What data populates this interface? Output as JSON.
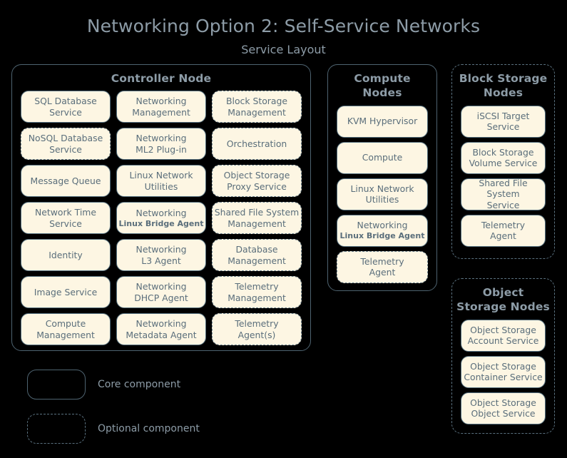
{
  "header": {
    "title": "Networking Option 2: Self-Service Networks",
    "subtitle": "Service Layout"
  },
  "colors": {
    "background": "#000000",
    "title_text": "#8d9ca7",
    "chip_fill": "#fdf6e3",
    "chip_border": "#55707f",
    "chip_text": "#5a6e7b",
    "container_border": "#4e6370",
    "dashed_border": "#5b7280"
  },
  "controller_node": {
    "title": "Controller Node",
    "optional": false,
    "services": [
      {
        "line1": "SQL Database",
        "line2": "Service",
        "optional": false
      },
      {
        "line1": "Networking",
        "line2": "Management",
        "optional": false
      },
      {
        "line1": "Block Storage",
        "line2": "Management",
        "optional": true
      },
      {
        "line1": "NoSQL Database",
        "line2": "Service",
        "optional": true
      },
      {
        "line1": "Networking",
        "line2": "ML2 Plug-in",
        "optional": false
      },
      {
        "line1": "Orchestration",
        "line2": "",
        "optional": true
      },
      {
        "line1": "Message Queue",
        "line2": "",
        "optional": false
      },
      {
        "line1": "Linux Network",
        "line2": "Utilities",
        "optional": false
      },
      {
        "line1": "Object Storage",
        "line2": "Proxy Service",
        "optional": true
      },
      {
        "line1": "Network Time",
        "line2": "Service",
        "optional": false
      },
      {
        "line1": "Networking",
        "line2": "Linux Bridge Agent",
        "optional": false,
        "small_line2": true
      },
      {
        "line1": "Shared File System",
        "line2": "Management",
        "optional": true
      },
      {
        "line1": "Identity",
        "line2": "",
        "optional": false
      },
      {
        "line1": "Networking",
        "line2": "L3 Agent",
        "optional": false
      },
      {
        "line1": "Database",
        "line2": "Management",
        "optional": true
      },
      {
        "line1": "Image Service",
        "line2": "",
        "optional": false
      },
      {
        "line1": "Networking",
        "line2": "DHCP Agent",
        "optional": false
      },
      {
        "line1": "Telemetry",
        "line2": "Management",
        "optional": true
      },
      {
        "line1": "Compute",
        "line2": "Management",
        "optional": false
      },
      {
        "line1": "Networking",
        "line2": "Metadata Agent",
        "optional": false
      },
      {
        "line1": "Telemetry",
        "line2": "Agent(s)",
        "optional": true
      }
    ]
  },
  "compute_nodes": {
    "title": "Compute\nNodes",
    "title_line1": "Compute",
    "title_line2": "Nodes",
    "optional": false,
    "services": [
      {
        "line1": "KVM Hypervisor",
        "line2": "",
        "optional": false
      },
      {
        "line1": "Compute",
        "line2": "",
        "optional": false
      },
      {
        "line1": "Linux Network",
        "line2": "Utilities",
        "optional": false
      },
      {
        "line1": "Networking",
        "line2": "Linux Bridge Agent",
        "optional": false,
        "small_line2": true
      },
      {
        "line1": "Telemetry",
        "line2": "Agent",
        "optional": true
      }
    ]
  },
  "block_storage_nodes": {
    "title_line1": "Block Storage",
    "title_line2": "Nodes",
    "optional": true,
    "services": [
      {
        "line1": "iSCSI Target",
        "line2": "Service",
        "optional": false
      },
      {
        "line1": "Block Storage",
        "line2": "Volume Service",
        "optional": false
      },
      {
        "line1": "Shared File System",
        "line2": "Service",
        "optional": false
      },
      {
        "line1": "Telemetry",
        "line2": "Agent",
        "optional": false
      }
    ]
  },
  "object_storage_nodes": {
    "title_line1": "Object",
    "title_line2": "Storage Nodes",
    "optional": true,
    "services": [
      {
        "line1": "Object Storage",
        "line2": "Account Service",
        "optional": false
      },
      {
        "line1": "Object Storage",
        "line2": "Container Service",
        "optional": false
      },
      {
        "line1": "Object Storage",
        "line2": "Object Service",
        "optional": false
      }
    ]
  },
  "legend": {
    "core_label": "Core component",
    "optional_label": "Optional component"
  }
}
